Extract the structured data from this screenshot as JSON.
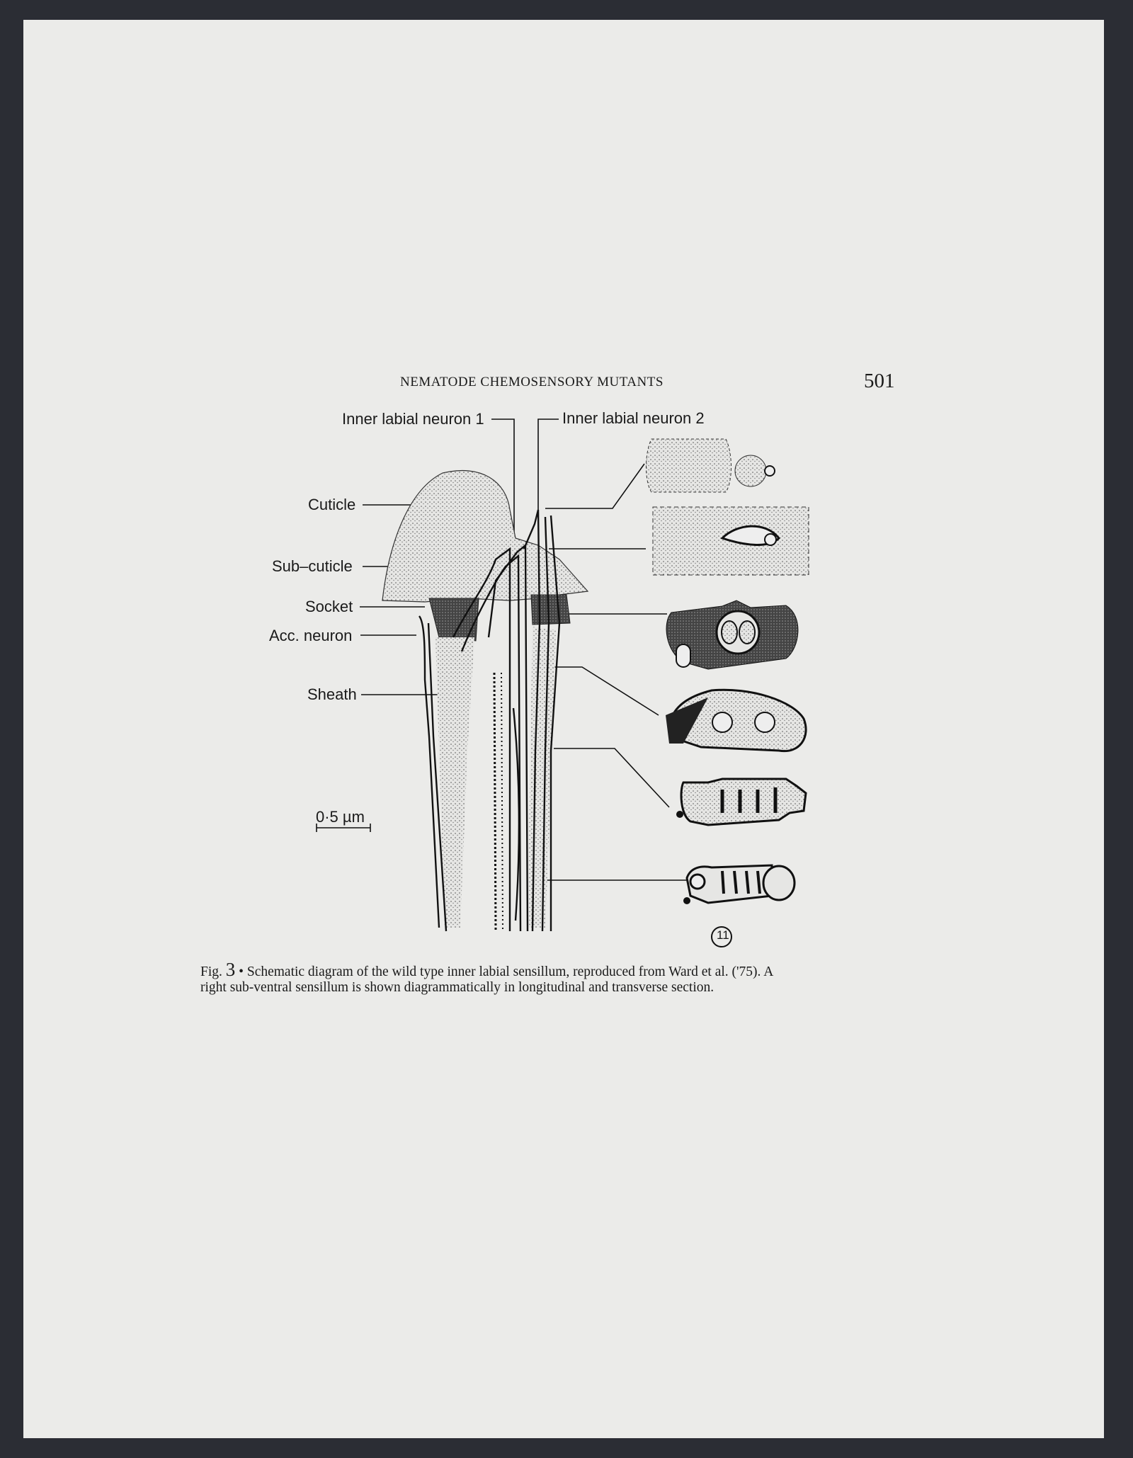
{
  "header": {
    "running_title": "NEMATODE CHEMOSENSORY MUTANTS",
    "page_number": "501"
  },
  "figure": {
    "labels": {
      "inner_labial_neuron_1": "Inner labial neuron 1",
      "inner_labial_neuron_2": "Inner labial neuron 2",
      "cuticle": "Cuticle",
      "sub_cuticle": "Sub–cuticle",
      "socket": "Socket",
      "acc_neuron": "Acc. neuron",
      "sheath": "Sheath"
    },
    "scale_bar": "0·5 µm",
    "panel_number": "11"
  },
  "caption": {
    "fig_label": "Fig.",
    "fig_number": "3",
    "line1": "Schematic diagram of the wild type inner labial sensillum, reproduced from Ward et al. ('75). A",
    "line2": "right sub-ventral sensillum is shown diagrammatically in longitudinal and transverse section."
  }
}
